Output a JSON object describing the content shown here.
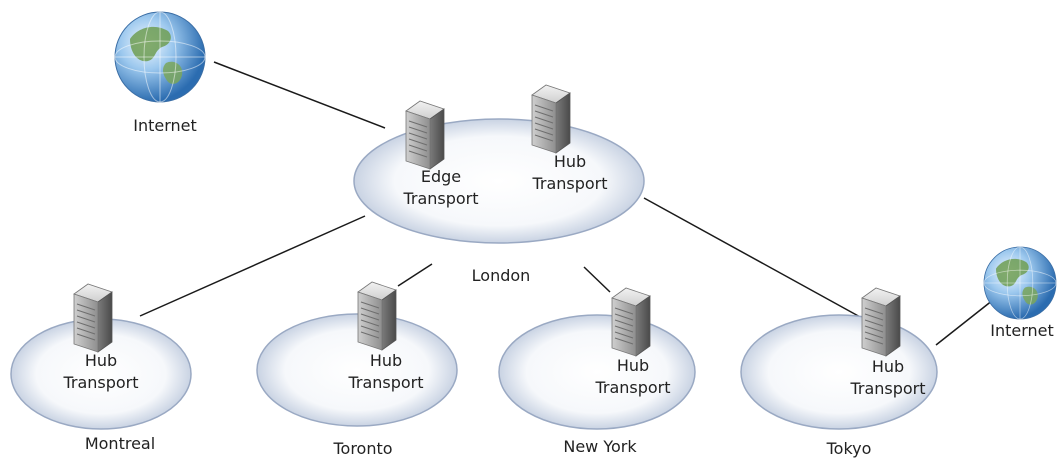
{
  "colors": {
    "site_ellipse_fill": "#e9eef5",
    "site_ellipse_stroke": "#9aa9c3",
    "link_line": "#1a1a1a",
    "server_body": "#9a9a9a"
  },
  "icons": [
    "globe-icon",
    "server-icon"
  ],
  "internet_nodes": [
    {
      "id": "internet-1",
      "label": "Internet"
    },
    {
      "id": "internet-2",
      "label": "Internet"
    }
  ],
  "sites": [
    {
      "id": "london",
      "name": "London",
      "servers": [
        {
          "line1": "Edge",
          "line2": "Transport"
        },
        {
          "line1": "Hub",
          "line2": "Transport"
        }
      ]
    },
    {
      "id": "montreal",
      "name": "Montreal",
      "servers": [
        {
          "line1": "Hub",
          "line2": "Transport"
        }
      ]
    },
    {
      "id": "toronto",
      "name": "Toronto",
      "servers": [
        {
          "line1": "Hub",
          "line2": "Transport"
        }
      ]
    },
    {
      "id": "newyork",
      "name": "New York",
      "servers": [
        {
          "line1": "Hub",
          "line2": "Transport"
        }
      ]
    },
    {
      "id": "tokyo",
      "name": "Tokyo",
      "servers": [
        {
          "line1": "Hub",
          "line2": "Transport"
        }
      ]
    }
  ],
  "connections": [
    {
      "from": "internet-1",
      "to": "london"
    },
    {
      "from": "london",
      "to": "montreal"
    },
    {
      "from": "london",
      "to": "toronto"
    },
    {
      "from": "london",
      "to": "newyork"
    },
    {
      "from": "london",
      "to": "tokyo"
    },
    {
      "from": "tokyo",
      "to": "internet-2"
    }
  ]
}
